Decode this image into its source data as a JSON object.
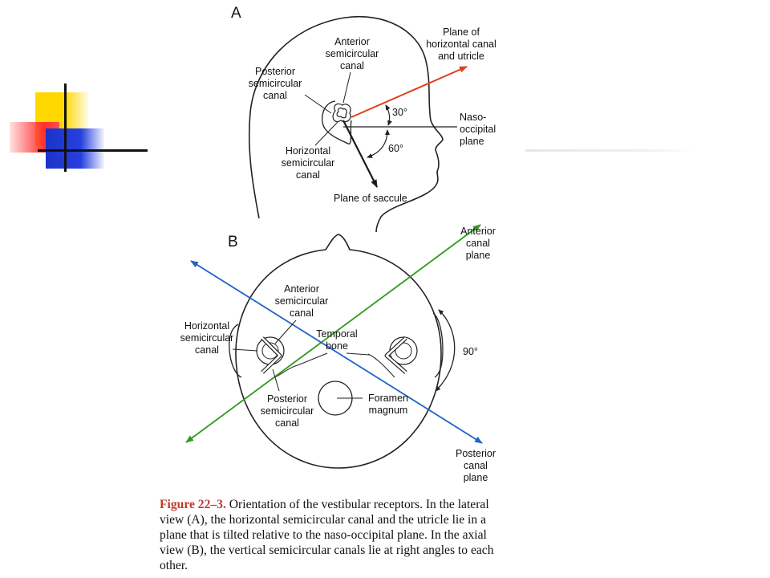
{
  "panel_a": {
    "letter": "A",
    "labels": {
      "anterior": [
        "Anterior",
        "semicircular",
        "canal"
      ],
      "posterior": [
        "Posterior",
        "semicircular",
        "canal"
      ],
      "horizontal": [
        "Horizontal",
        "semicircular",
        "canal"
      ],
      "horizontal_plane": [
        "Plane of",
        "horizontal canal",
        "and utricle"
      ],
      "naso_occipital": [
        "Naso-",
        "occipital",
        "plane"
      ],
      "saccule": "Plane of saccule",
      "angle_30": "30°",
      "angle_60": "60°"
    },
    "colors": {
      "utricle_arrow": "#e0401c",
      "saccule_arrow": "#1a1a1a"
    }
  },
  "panel_b": {
    "letter": "B",
    "labels": {
      "anterior_semicircular": [
        "Anterior",
        "semicircular",
        "canal"
      ],
      "horizontal_semicircular": [
        "Horizontal",
        "semicircular",
        "canal"
      ],
      "temporal_bone": [
        "Temporal",
        "bone"
      ],
      "posterior_semicircular": [
        "Posterior",
        "semicircular",
        "canal"
      ],
      "foramen_magnum": [
        "Foramen",
        "magnum"
      ],
      "anterior_canal_plane": [
        "Anterior",
        "canal",
        "plane"
      ],
      "posterior_canal_plane": [
        "Posterior",
        "canal",
        "plane"
      ],
      "angle_90": "90°"
    },
    "colors": {
      "anterior_plane": "#2e9a1c",
      "posterior_plane": "#1e64c8"
    }
  },
  "caption": {
    "title": "Figure 22–3.",
    "text": "Orientation of the vestibular receptors. In the lateral view (A), the horizontal semicircular canal and the utricle lie in a plane that is tilted relative to the naso-occipital plane. In the axial view (B), the vertical semicircular canals lie at right angles to each other."
  },
  "decor_colors": {
    "yellow": "#ffd800",
    "red": "#ff3030",
    "blue": "#2540e0"
  }
}
